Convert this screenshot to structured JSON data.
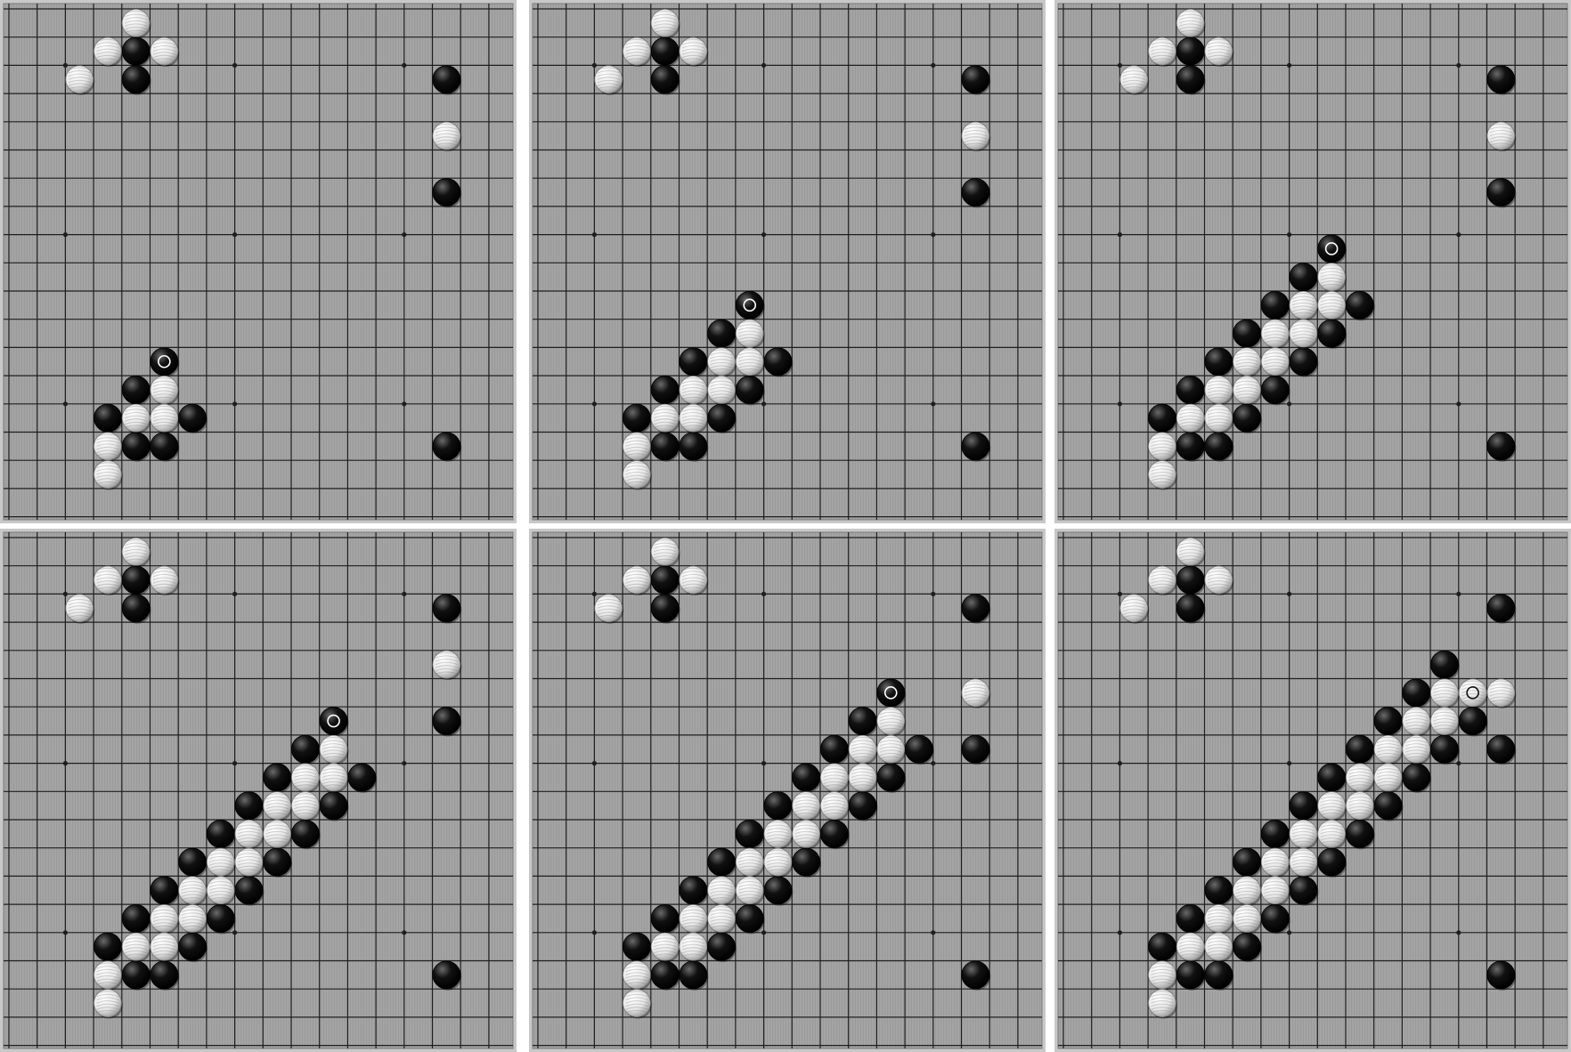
{
  "board": {
    "size": 19,
    "board_color": "#a4a4a4",
    "line_color": "#1e1e1e",
    "black_stone_color": "#111111",
    "white_stone_color": "#e6e6e6"
  },
  "panels": [
    {
      "id": "panel-1",
      "last_move": [
        5,
        12
      ],
      "stones": [
        [
          4,
          0,
          "W"
        ],
        [
          3,
          1,
          "W"
        ],
        [
          4,
          1,
          "B"
        ],
        [
          5,
          1,
          "W"
        ],
        [
          2,
          2,
          "W"
        ],
        [
          4,
          2,
          "B"
        ],
        [
          15,
          2,
          "B"
        ],
        [
          15,
          4,
          "W"
        ],
        [
          15,
          6,
          "B"
        ],
        [
          5,
          12,
          "B"
        ],
        [
          4,
          13,
          "B"
        ],
        [
          5,
          13,
          "W"
        ],
        [
          3,
          14,
          "B"
        ],
        [
          4,
          14,
          "W"
        ],
        [
          5,
          14,
          "W"
        ],
        [
          6,
          14,
          "B"
        ],
        [
          3,
          15,
          "W"
        ],
        [
          4,
          15,
          "B"
        ],
        [
          5,
          15,
          "B"
        ],
        [
          3,
          16,
          "W"
        ],
        [
          15,
          15,
          "B"
        ]
      ]
    },
    {
      "id": "panel-2",
      "last_move": [
        7,
        10
      ],
      "stones": [
        [
          4,
          0,
          "W"
        ],
        [
          3,
          1,
          "W"
        ],
        [
          4,
          1,
          "B"
        ],
        [
          5,
          1,
          "W"
        ],
        [
          2,
          2,
          "W"
        ],
        [
          4,
          2,
          "B"
        ],
        [
          15,
          2,
          "B"
        ],
        [
          15,
          4,
          "W"
        ],
        [
          15,
          6,
          "B"
        ],
        [
          7,
          10,
          "B"
        ],
        [
          6,
          11,
          "B"
        ],
        [
          7,
          11,
          "W"
        ],
        [
          5,
          12,
          "B"
        ],
        [
          6,
          12,
          "W"
        ],
        [
          7,
          12,
          "W"
        ],
        [
          8,
          12,
          "B"
        ],
        [
          4,
          13,
          "B"
        ],
        [
          5,
          13,
          "W"
        ],
        [
          6,
          13,
          "W"
        ],
        [
          7,
          13,
          "B"
        ],
        [
          3,
          14,
          "B"
        ],
        [
          4,
          14,
          "W"
        ],
        [
          5,
          14,
          "W"
        ],
        [
          6,
          14,
          "B"
        ],
        [
          3,
          15,
          "W"
        ],
        [
          4,
          15,
          "B"
        ],
        [
          5,
          15,
          "B"
        ],
        [
          3,
          16,
          "W"
        ],
        [
          15,
          15,
          "B"
        ]
      ]
    },
    {
      "id": "panel-3",
      "last_move": [
        9,
        8
      ],
      "stones": [
        [
          4,
          0,
          "W"
        ],
        [
          3,
          1,
          "W"
        ],
        [
          4,
          1,
          "B"
        ],
        [
          5,
          1,
          "W"
        ],
        [
          2,
          2,
          "W"
        ],
        [
          4,
          2,
          "B"
        ],
        [
          15,
          2,
          "B"
        ],
        [
          15,
          4,
          "W"
        ],
        [
          15,
          6,
          "B"
        ],
        [
          9,
          8,
          "B"
        ],
        [
          8,
          9,
          "B"
        ],
        [
          9,
          9,
          "W"
        ],
        [
          7,
          10,
          "B"
        ],
        [
          8,
          10,
          "W"
        ],
        [
          9,
          10,
          "W"
        ],
        [
          10,
          10,
          "B"
        ],
        [
          6,
          11,
          "B"
        ],
        [
          7,
          11,
          "W"
        ],
        [
          8,
          11,
          "W"
        ],
        [
          9,
          11,
          "B"
        ],
        [
          5,
          12,
          "B"
        ],
        [
          6,
          12,
          "W"
        ],
        [
          7,
          12,
          "W"
        ],
        [
          8,
          12,
          "B"
        ],
        [
          4,
          13,
          "B"
        ],
        [
          5,
          13,
          "W"
        ],
        [
          6,
          13,
          "W"
        ],
        [
          7,
          13,
          "B"
        ],
        [
          3,
          14,
          "B"
        ],
        [
          4,
          14,
          "W"
        ],
        [
          5,
          14,
          "W"
        ],
        [
          6,
          14,
          "B"
        ],
        [
          3,
          15,
          "W"
        ],
        [
          4,
          15,
          "B"
        ],
        [
          5,
          15,
          "B"
        ],
        [
          3,
          16,
          "W"
        ],
        [
          15,
          15,
          "B"
        ]
      ]
    },
    {
      "id": "panel-4",
      "last_move": [
        11,
        6
      ],
      "stones": [
        [
          4,
          0,
          "W"
        ],
        [
          3,
          1,
          "W"
        ],
        [
          4,
          1,
          "B"
        ],
        [
          5,
          1,
          "W"
        ],
        [
          2,
          2,
          "W"
        ],
        [
          4,
          2,
          "B"
        ],
        [
          15,
          2,
          "B"
        ],
        [
          15,
          4,
          "W"
        ],
        [
          15,
          6,
          "B"
        ],
        [
          11,
          6,
          "B"
        ],
        [
          10,
          7,
          "B"
        ],
        [
          11,
          7,
          "W"
        ],
        [
          9,
          8,
          "B"
        ],
        [
          10,
          8,
          "W"
        ],
        [
          11,
          8,
          "W"
        ],
        [
          12,
          8,
          "B"
        ],
        [
          8,
          9,
          "B"
        ],
        [
          9,
          9,
          "W"
        ],
        [
          10,
          9,
          "W"
        ],
        [
          11,
          9,
          "B"
        ],
        [
          7,
          10,
          "B"
        ],
        [
          8,
          10,
          "W"
        ],
        [
          9,
          10,
          "W"
        ],
        [
          10,
          10,
          "B"
        ],
        [
          6,
          11,
          "B"
        ],
        [
          7,
          11,
          "W"
        ],
        [
          8,
          11,
          "W"
        ],
        [
          9,
          11,
          "B"
        ],
        [
          5,
          12,
          "B"
        ],
        [
          6,
          12,
          "W"
        ],
        [
          7,
          12,
          "W"
        ],
        [
          8,
          12,
          "B"
        ],
        [
          4,
          13,
          "B"
        ],
        [
          5,
          13,
          "W"
        ],
        [
          6,
          13,
          "W"
        ],
        [
          7,
          13,
          "B"
        ],
        [
          3,
          14,
          "B"
        ],
        [
          4,
          14,
          "W"
        ],
        [
          5,
          14,
          "W"
        ],
        [
          6,
          14,
          "B"
        ],
        [
          3,
          15,
          "W"
        ],
        [
          4,
          15,
          "B"
        ],
        [
          5,
          15,
          "B"
        ],
        [
          3,
          16,
          "W"
        ],
        [
          15,
          15,
          "B"
        ]
      ]
    },
    {
      "id": "panel-5",
      "last_move": [
        12,
        5
      ],
      "stones": [
        [
          4,
          0,
          "W"
        ],
        [
          3,
          1,
          "W"
        ],
        [
          4,
          1,
          "B"
        ],
        [
          5,
          1,
          "W"
        ],
        [
          2,
          2,
          "W"
        ],
        [
          4,
          2,
          "B"
        ],
        [
          15,
          2,
          "B"
        ],
        [
          15,
          5,
          "W"
        ],
        [
          15,
          7,
          "B"
        ],
        [
          12,
          5,
          "B"
        ],
        [
          11,
          6,
          "B"
        ],
        [
          12,
          6,
          "W"
        ],
        [
          10,
          7,
          "B"
        ],
        [
          11,
          7,
          "W"
        ],
        [
          12,
          7,
          "W"
        ],
        [
          13,
          7,
          "B"
        ],
        [
          9,
          8,
          "B"
        ],
        [
          10,
          8,
          "W"
        ],
        [
          11,
          8,
          "W"
        ],
        [
          12,
          8,
          "B"
        ],
        [
          8,
          9,
          "B"
        ],
        [
          9,
          9,
          "W"
        ],
        [
          10,
          9,
          "W"
        ],
        [
          11,
          9,
          "B"
        ],
        [
          7,
          10,
          "B"
        ],
        [
          8,
          10,
          "W"
        ],
        [
          9,
          10,
          "W"
        ],
        [
          10,
          10,
          "B"
        ],
        [
          6,
          11,
          "B"
        ],
        [
          7,
          11,
          "W"
        ],
        [
          8,
          11,
          "W"
        ],
        [
          9,
          11,
          "B"
        ],
        [
          5,
          12,
          "B"
        ],
        [
          6,
          12,
          "W"
        ],
        [
          7,
          12,
          "W"
        ],
        [
          8,
          12,
          "B"
        ],
        [
          4,
          13,
          "B"
        ],
        [
          5,
          13,
          "W"
        ],
        [
          6,
          13,
          "W"
        ],
        [
          7,
          13,
          "B"
        ],
        [
          3,
          14,
          "B"
        ],
        [
          4,
          14,
          "W"
        ],
        [
          5,
          14,
          "W"
        ],
        [
          6,
          14,
          "B"
        ],
        [
          3,
          15,
          "W"
        ],
        [
          4,
          15,
          "B"
        ],
        [
          5,
          15,
          "B"
        ],
        [
          3,
          16,
          "W"
        ],
        [
          15,
          15,
          "B"
        ]
      ]
    },
    {
      "id": "panel-6",
      "last_move": [
        14,
        5
      ],
      "last_move_color": "W",
      "stones": [
        [
          4,
          0,
          "W"
        ],
        [
          3,
          1,
          "W"
        ],
        [
          4,
          1,
          "B"
        ],
        [
          5,
          1,
          "W"
        ],
        [
          2,
          2,
          "W"
        ],
        [
          4,
          2,
          "B"
        ],
        [
          15,
          2,
          "B"
        ],
        [
          15,
          5,
          "W"
        ],
        [
          15,
          7,
          "B"
        ],
        [
          13,
          4,
          "B"
        ],
        [
          12,
          5,
          "B"
        ],
        [
          13,
          5,
          "W"
        ],
        [
          14,
          5,
          "W"
        ],
        [
          11,
          6,
          "B"
        ],
        [
          12,
          6,
          "W"
        ],
        [
          13,
          6,
          "W"
        ],
        [
          14,
          6,
          "B"
        ],
        [
          10,
          7,
          "B"
        ],
        [
          11,
          7,
          "W"
        ],
        [
          12,
          7,
          "W"
        ],
        [
          13,
          7,
          "B"
        ],
        [
          9,
          8,
          "B"
        ],
        [
          10,
          8,
          "W"
        ],
        [
          11,
          8,
          "W"
        ],
        [
          12,
          8,
          "B"
        ],
        [
          8,
          9,
          "B"
        ],
        [
          9,
          9,
          "W"
        ],
        [
          10,
          9,
          "W"
        ],
        [
          11,
          9,
          "B"
        ],
        [
          7,
          10,
          "B"
        ],
        [
          8,
          10,
          "W"
        ],
        [
          9,
          10,
          "W"
        ],
        [
          10,
          10,
          "B"
        ],
        [
          6,
          11,
          "B"
        ],
        [
          7,
          11,
          "W"
        ],
        [
          8,
          11,
          "W"
        ],
        [
          9,
          11,
          "B"
        ],
        [
          5,
          12,
          "B"
        ],
        [
          6,
          12,
          "W"
        ],
        [
          7,
          12,
          "W"
        ],
        [
          8,
          12,
          "B"
        ],
        [
          4,
          13,
          "B"
        ],
        [
          5,
          13,
          "W"
        ],
        [
          6,
          13,
          "W"
        ],
        [
          7,
          13,
          "B"
        ],
        [
          3,
          14,
          "B"
        ],
        [
          4,
          14,
          "W"
        ],
        [
          5,
          14,
          "W"
        ],
        [
          6,
          14,
          "B"
        ],
        [
          3,
          15,
          "W"
        ],
        [
          4,
          15,
          "B"
        ],
        [
          5,
          15,
          "B"
        ],
        [
          3,
          16,
          "W"
        ],
        [
          15,
          15,
          "B"
        ]
      ]
    }
  ]
}
